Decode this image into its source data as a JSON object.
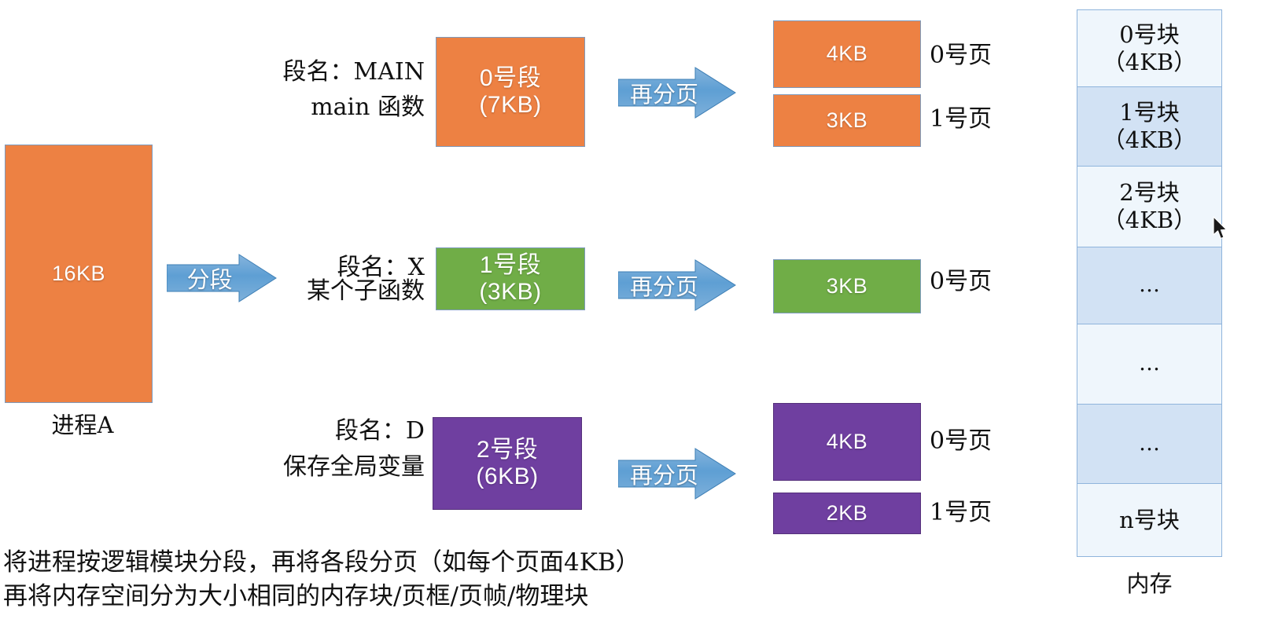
{
  "process": {
    "box_label": "16KB",
    "caption": "进程A"
  },
  "segmentation_arrow": {
    "label": "分段"
  },
  "rows": [
    {
      "seg_name_line1": "段名：MAIN",
      "seg_name_line2": "main 函数",
      "segment_title": "0号段",
      "segment_size": "(7KB)",
      "paging_arrow": "再分页",
      "pages": [
        {
          "size": "4KB",
          "page_label": "0号页"
        },
        {
          "size": "3KB",
          "page_label": "1号页"
        }
      ]
    },
    {
      "seg_name_line1": "段名：X",
      "seg_name_line2": "某个子函数",
      "segment_title": "1号段",
      "segment_size": "(3KB)",
      "paging_arrow": "再分页",
      "pages": [
        {
          "size": "3KB",
          "page_label": "0号页"
        }
      ]
    },
    {
      "seg_name_line1": "段名：D",
      "seg_name_line2": "保存全局变量",
      "segment_title": "2号段",
      "segment_size": "(6KB)",
      "paging_arrow": "再分页",
      "pages": [
        {
          "size": "4KB",
          "page_label": "0号页"
        },
        {
          "size": "2KB",
          "page_label": "1号页"
        }
      ]
    }
  ],
  "memory": {
    "caption": "内存",
    "blocks": [
      {
        "line1": "0号块",
        "line2": "（4KB）"
      },
      {
        "line1": "1号块",
        "line2": "（4KB）"
      },
      {
        "line1": "2号块",
        "line2": "（4KB）"
      },
      {
        "line1": "…",
        "line2": ""
      },
      {
        "line1": "…",
        "line2": ""
      },
      {
        "line1": "…",
        "line2": ""
      },
      {
        "line1": "n号块",
        "line2": ""
      }
    ]
  },
  "footnote": {
    "line1": "将进程按逻辑模块分段，再将各段分页（如每个页面4KB）",
    "line2": "再将内存空间分为大小相同的内存块/页框/页帧/物理块"
  },
  "colors": {
    "orange": "#ED8143",
    "green": "#70AD47",
    "purple": "#6F3FA0",
    "arrow_blue": "#4E94CE",
    "memory_border": "#8FB4DC",
    "memory_light": "#EFF6FC",
    "memory_dark": "#D2E2F4"
  }
}
